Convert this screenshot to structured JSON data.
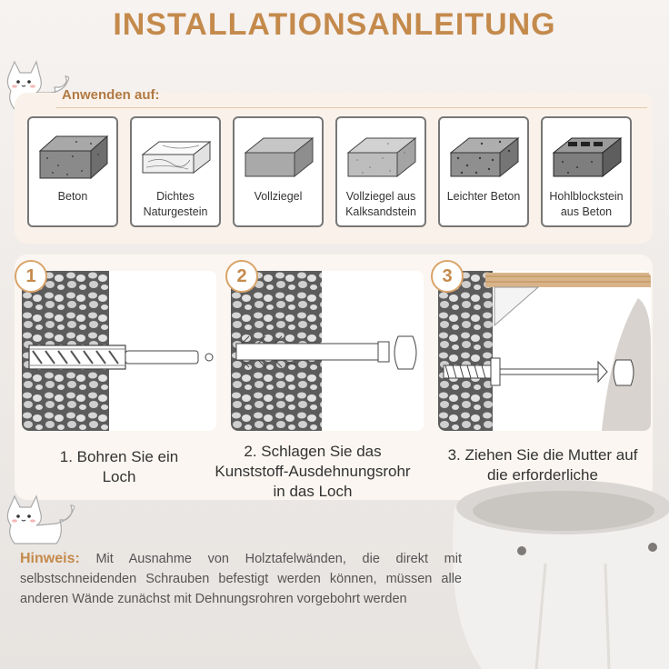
{
  "title": "INSTALLATIONSANLEITUNG",
  "apply_label": "Anwenden auf:",
  "materials": [
    {
      "label": "Beton",
      "icon": "concrete-block-icon"
    },
    {
      "label": "Dichtes Naturgestein",
      "icon": "natural-stone-icon"
    },
    {
      "label": "Vollziegel",
      "icon": "solid-brick-icon"
    },
    {
      "label": "Vollziegel aus Kalksandstein",
      "icon": "sandlime-brick-icon"
    },
    {
      "label": "Leichter Beton",
      "icon": "lightweight-concrete-icon"
    },
    {
      "label": "Hohlblockstein aus Beton",
      "icon": "hollow-block-icon"
    }
  ],
  "steps": [
    {
      "number": "1",
      "text": "1. Bohren Sie ein Loch"
    },
    {
      "number": "2",
      "text": "2. Schlagen Sie das Kunststoff-Ausdehnungsrohr in das Loch"
    },
    {
      "number": "3",
      "text": "3. Ziehen Sie die Mutter auf die erforderliche"
    }
  ],
  "note": {
    "heading": "Hinweis:",
    "body": "Mit Ausnahme von Holztafelwänden, die direkt mit selbstschneidenden Schrauben befestigt werden können, müssen alle anderen Wände zunächst mit Dehnungsrohren vorgebohrt werden"
  },
  "colors": {
    "accent": "#c48a4c",
    "panel": "#faf2ea",
    "badge_border": "#d9a46a"
  }
}
